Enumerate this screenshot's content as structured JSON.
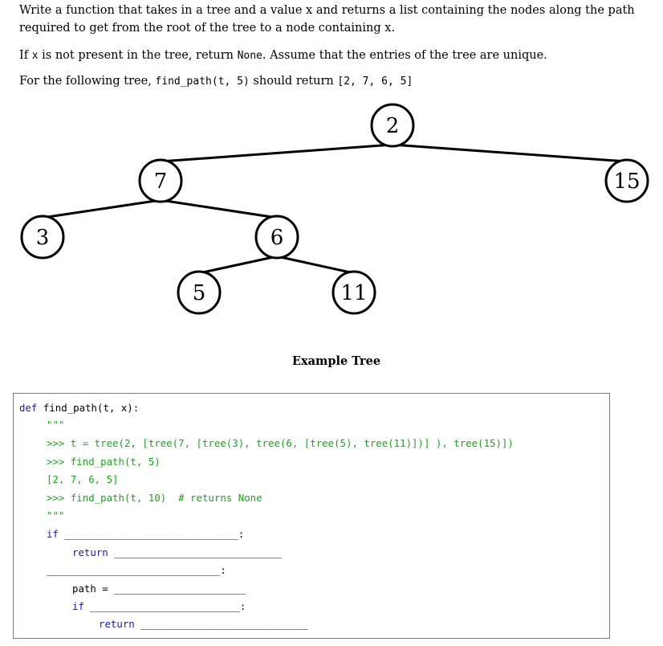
{
  "intro": {
    "p1": "Write a function that takes in a tree and a value x and returns a list containing the nodes along the path required to get from the root of the tree to a node containing x.",
    "p2_a": "If ",
    "p2_x": "x",
    "p2_b": " is not present in the tree, return ",
    "p2_none": "None",
    "p2_c": ". Assume that the entries of the tree are unique.",
    "p3_a": "For the following tree, ",
    "p3_call": "find_path(t, 5)",
    "p3_b": " should return ",
    "p3_result": "[2, 7, 6, 5]"
  },
  "tree": {
    "nodes": [
      "2",
      "7",
      "15",
      "3",
      "6",
      "5",
      "11"
    ],
    "edges": [
      [
        "2",
        "7"
      ],
      [
        "2",
        "15"
      ],
      [
        "7",
        "3"
      ],
      [
        "7",
        "6"
      ],
      [
        "6",
        "5"
      ],
      [
        "6",
        "11"
      ]
    ],
    "caption": "Example Tree"
  },
  "code": {
    "def_kw": "def",
    "signature": " find_path(t, x):",
    "doc_open": "\"\"\"",
    "doc_line1": ">>> t = tree(2, [tree(7, [tree(3), tree(6, [tree(5), tree(11)])] ), tree(15)])",
    "doc_line2": ">>> find_path(t, 5)",
    "doc_line3": "[2, 7, 6, 5]",
    "doc_line4": ">>> find_path(t, 10)  # returns None",
    "doc_close": "\"\"\"",
    "if_kw": "if",
    "blank_if1": " _____________________________:",
    "return_kw": "return",
    "blank_return1": " ____________________________",
    "blank_loop": "_____________________________:",
    "path_assign": "path = ",
    "blank_path": "______________________",
    "if2_kw": "if",
    "blank_if2": " _________________________:",
    "return2_kw": "return",
    "blank_return2": " ____________________________"
  }
}
